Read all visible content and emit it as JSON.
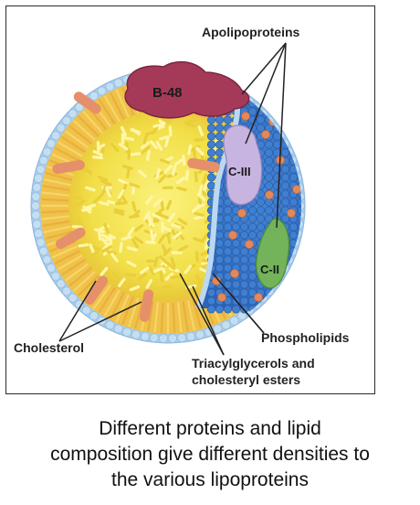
{
  "labels": {
    "apolipoproteins": "Apolipoproteins",
    "b48": "B-48",
    "c3": "C-III",
    "c2": "C-II",
    "cholesterol": "Cholesterol",
    "phospholipids": "Phospholipids",
    "triacyl_line1": "Triacylglycerols and",
    "triacyl_line2": "cholesteryl esters"
  },
  "caption": {
    "line1": "Different proteins and lipid",
    "line2": "composition give different densities to",
    "line3": "the various lipoproteins"
  },
  "colors": {
    "core_yellow": "#f2e04a",
    "phospholipid_blue": "#3f7fd0",
    "outer_ring_blue": "#a9cdea",
    "cholesterol_orange": "#e5906a",
    "b48_maroon": "#a53a58",
    "c3_lavender": "#c8b4e0",
    "c2_green": "#73b35a"
  }
}
